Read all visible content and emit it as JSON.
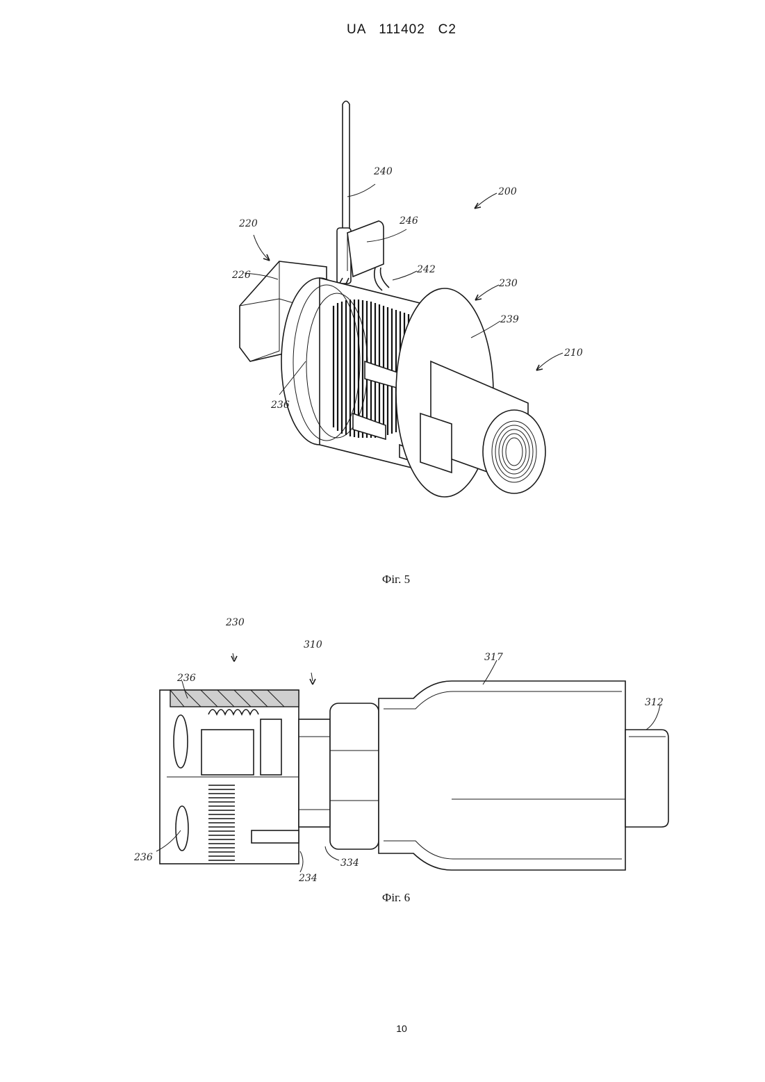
{
  "header": {
    "doc_number": "UA   111402   C2"
  },
  "figure5": {
    "caption": "Фіг. 5",
    "refs": {
      "r240": "240",
      "r200": "200",
      "r220": "220",
      "r246": "246",
      "r226": "226",
      "r242": "242",
      "r230": "230",
      "r239": "239",
      "r210": "210",
      "r236": "236"
    }
  },
  "figure6": {
    "caption": "Фіг. 6",
    "refs": {
      "r230": "230",
      "r310": "310",
      "r317": "317",
      "r236a": "236",
      "r312": "312",
      "r236b": "236",
      "r334": "334",
      "r234": "234"
    }
  },
  "footer": {
    "page_number": "10"
  }
}
